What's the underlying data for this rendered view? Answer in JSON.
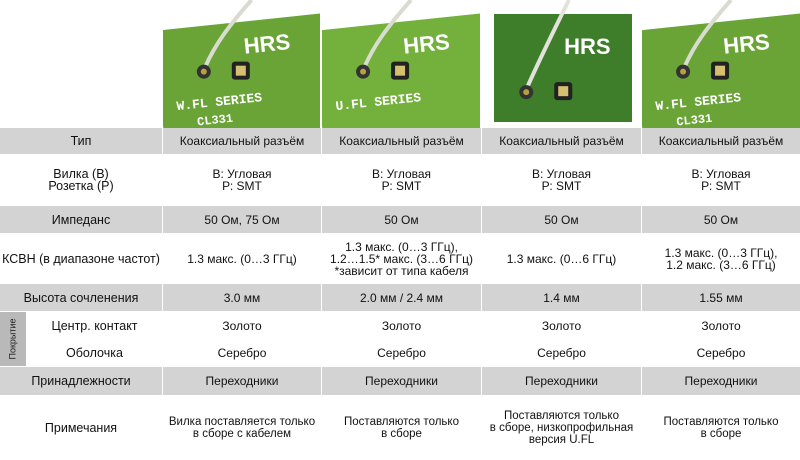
{
  "photos": [
    {
      "brand": "HRS",
      "series": "W.FL SERIES",
      "code": "CL331",
      "board": "#6aa436",
      "wire": "#d8dccf"
    },
    {
      "brand": "HRS",
      "series": "U.FL SERIES",
      "code": "",
      "board": "#74b03c",
      "wire": "#d8dccf"
    },
    {
      "brand": "HRS",
      "series": "",
      "code": "",
      "board": "#3e7d2a",
      "wire": "#e2e2da"
    },
    {
      "brand": "HRS",
      "series": "W.FL SERIES",
      "code": "CL331",
      "board": "#6aa436",
      "wire": "#d8dccf"
    }
  ],
  "side_label": "Покрытие",
  "rows": {
    "type": {
      "label": "Тип",
      "values": [
        "Коаксиальный разъём",
        "Коаксиальный разъём",
        "Коаксиальный разъём",
        "Коаксиальный разъём"
      ]
    },
    "plug": {
      "label": [
        "Вилка (В)",
        "Розетка (Р)"
      ],
      "values": [
        [
          "В: Угловая",
          "Р: SMT"
        ],
        [
          "В: Угловая",
          "Р: SMT"
        ],
        [
          "В: Угловая",
          "Р: SMT"
        ],
        [
          "В: Угловая",
          "Р: SMT"
        ]
      ]
    },
    "impedance": {
      "label": "Импеданс",
      "values": [
        "50 Ом, 75 Ом",
        "50 Ом",
        "50 Ом",
        "50 Ом"
      ]
    },
    "vswr": {
      "label": "КСВН (в диапазоне частот)",
      "values": [
        [
          "1.3 макс. (0…3 ГГц)"
        ],
        [
          "1.3 макс. (0…3 ГГц),",
          "1.2…1.5* макс. (3…6 ГГц)",
          "*зависит от типа кабеля"
        ],
        [
          "1.3 макс. (0…6 ГГц)"
        ],
        [
          "1.3 макс. (0…3 ГГц),",
          "1.2 макс. (3…6 ГГц)"
        ]
      ]
    },
    "height": {
      "label": "Высота сочленения",
      "values": [
        "3.0 мм",
        "2.0 мм / 2.4 мм",
        "1.4 мм",
        "1.55 мм"
      ]
    },
    "center": {
      "label": "Центр. контакт",
      "values": [
        "Золото",
        "Золото",
        "Золото",
        "Золото"
      ]
    },
    "shell": {
      "label": "Оболочка",
      "values": [
        "Серебро",
        "Серебро",
        "Серебро",
        "Серебро"
      ]
    },
    "accessories": {
      "label": "Принадлежности",
      "values": [
        "Переходники",
        "Переходники",
        "Переходники",
        "Переходники"
      ]
    },
    "notes": {
      "label": "Примечания",
      "values": [
        [
          "Вилка поставляется только",
          "в сборе с кабелем"
        ],
        [
          "Поставляются только",
          "в сборе"
        ],
        [
          "Поставляются только",
          "в сборе, низкопрофильная",
          "версия U.FL"
        ],
        [
          "Поставляются только",
          "в сборе"
        ]
      ]
    }
  }
}
